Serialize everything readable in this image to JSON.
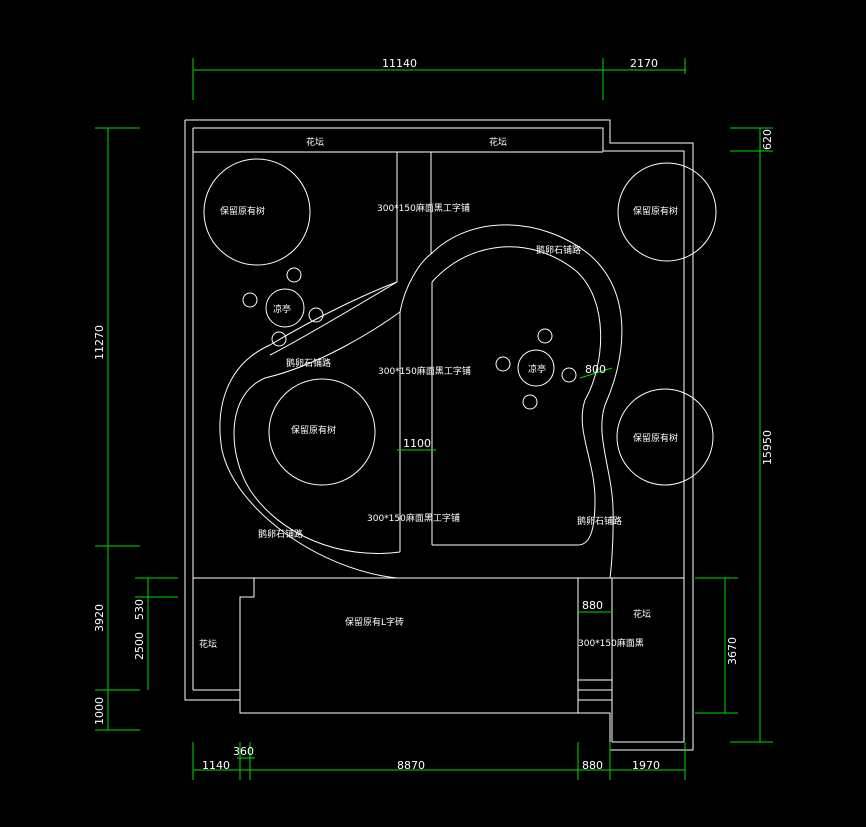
{
  "colors": {
    "background": "#000000",
    "linework": "#ffffff",
    "dimension_lines": "#00dd00"
  },
  "dimensions": {
    "top": [
      "11140",
      "2170"
    ],
    "left": [
      "11270",
      "3920",
      "530",
      "2500",
      "1000"
    ],
    "right": [
      "620",
      "15950",
      "3670"
    ],
    "bottom": [
      "360",
      "1140",
      "8870",
      "880",
      "1970"
    ],
    "interior": [
      "800",
      "1100",
      "880"
    ]
  },
  "labels": {
    "flower_bed": "花坛",
    "tree_a": "保留原有树",
    "tree_b": "保留原有树",
    "pavilion": "凉亭",
    "path_paving": "鹅卵石铺路",
    "walkway": "300*150麻面黑工字铺",
    "walkway_b": "300*150麻面黑",
    "building": "保留原有L字砖"
  }
}
